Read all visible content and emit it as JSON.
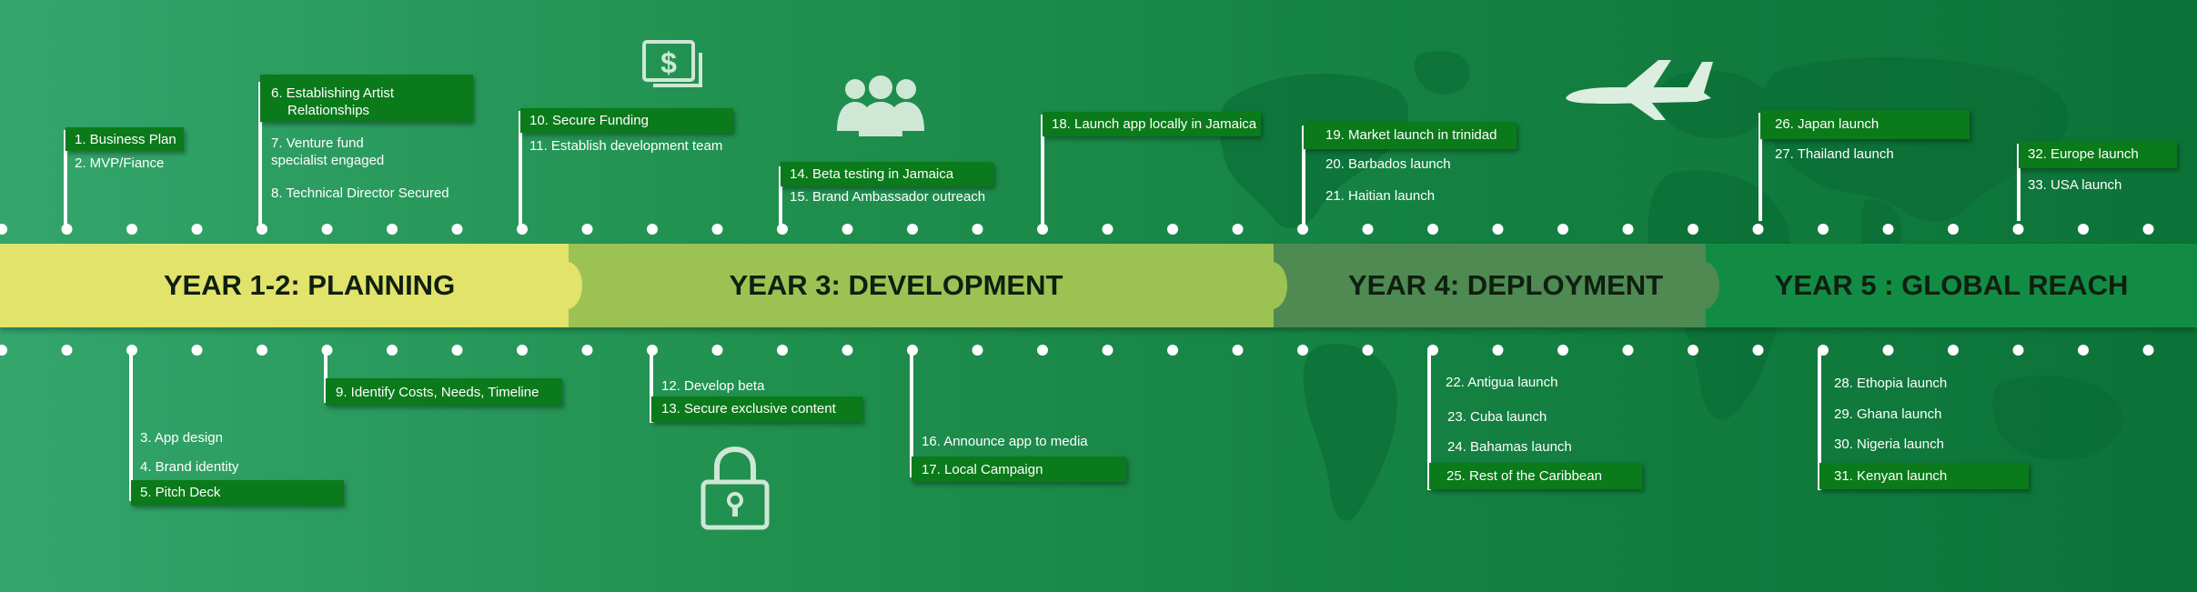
{
  "phases": [
    {
      "label": "YEAR 1-2: PLANNING",
      "color": "#e1e36b"
    },
    {
      "label": "YEAR 3: DEVELOPMENT",
      "color": "#9cc253"
    },
    {
      "label": "YEAR 4: DEPLOYMENT",
      "color": "#4e8a52"
    },
    {
      "label": "YEAR 5 : GLOBAL REACH",
      "color": "#128c45"
    }
  ],
  "milestones": {
    "m1": "1. Business Plan",
    "m2": "2. MVP/Fiance",
    "m3": "3. App design",
    "m4": "4. Brand identity",
    "m5": "5. Pitch Deck",
    "m6a": "6. Establishing Artist",
    "m6b": "Relationships",
    "m7a": "7. Venture fund",
    "m7b": "specialist engaged",
    "m8": "8. Technical Director Secured",
    "m9": "9. Identify Costs, Needs, Timeline",
    "m10": "10. Secure Funding",
    "m11": "11. Establish development team",
    "m12": "12. Develop beta",
    "m13": "13. Secure exclusive content",
    "m14": "14. Beta testing in Jamaica",
    "m15": "15. Brand Ambassador outreach",
    "m16": "16. Announce app to media",
    "m17": "17. Local Campaign",
    "m18": "18. Launch app locally in Jamaica",
    "m19": "19. Market launch in trinidad",
    "m20": "20. Barbados launch",
    "m21": "21. Haitian launch",
    "m22": "22. Antigua launch",
    "m23": "23. Cuba launch",
    "m24": "24. Bahamas launch",
    "m25": "25. Rest of the Caribbean",
    "m26": "26. Japan launch",
    "m27": "27. Thailand launch",
    "m28": "28. Ethopia launch",
    "m29": "29. Ghana launch",
    "m30": "30. Nigeria launch",
    "m31": "31. Kenyan launch",
    "m32": "32. Europe launch",
    "m33": "33. USA launch"
  },
  "icons": [
    "money-icon",
    "people-icon",
    "lock-icon",
    "airplane-icon",
    "world-map-icon"
  ],
  "colors": {
    "highlight": "#0b7a1b",
    "stem": "#ffffff",
    "label_text": "#0f1f10"
  }
}
